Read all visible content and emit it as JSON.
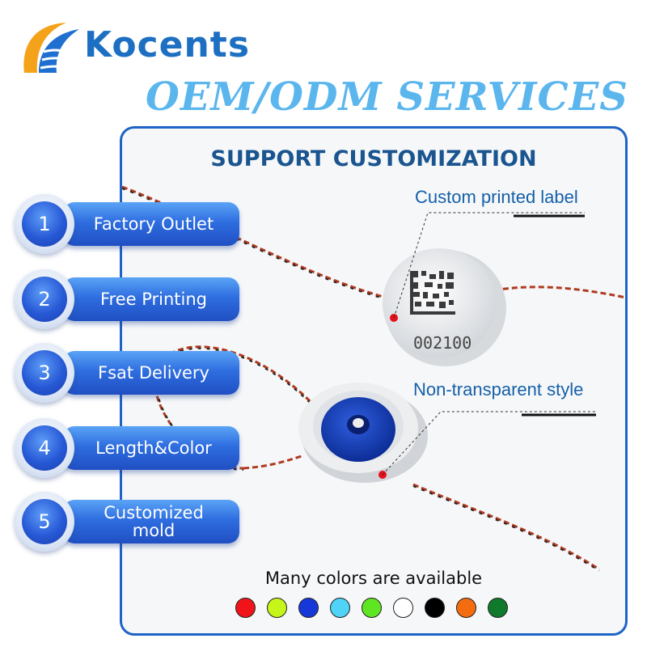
{
  "header": {
    "brand": "Kocents",
    "headline": "OEM/ODM SERVICES"
  },
  "panel": {
    "title": "SUPPORT CUSTOMIZATION",
    "callouts": {
      "printed_label": "Custom printed label",
      "non_transparent": "Non-transparent style"
    },
    "seal_code": "002100",
    "colors_label": "Many colors are available",
    "swatches": [
      "#f0141a",
      "#c6f51a",
      "#1638d8",
      "#4fd3f7",
      "#5fe622",
      "#ffffff",
      "#000000",
      "#f36c10",
      "#0f7a2b"
    ]
  },
  "features": [
    {
      "number": "1",
      "label": "Factory Outlet"
    },
    {
      "number": "2",
      "label": "Free Printing"
    },
    {
      "number": "3",
      "label": "Fsat Delivery"
    },
    {
      "number": "4",
      "label": "Length&Color"
    },
    {
      "number": "5",
      "label": "Customized mold"
    }
  ]
}
